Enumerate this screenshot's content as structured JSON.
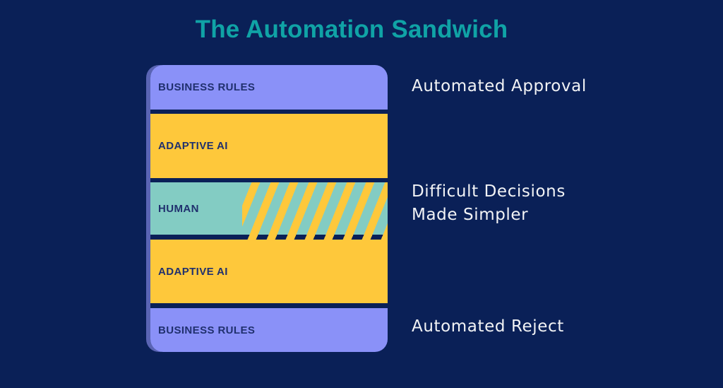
{
  "title": "The Automation Sandwich",
  "colors": {
    "background_navy": "#0A2057",
    "title_teal": "#10A3A6",
    "layer_purple": "#8A91F8",
    "layer_purple_spine": "#5A64B4",
    "layer_yellow": "#FEC83B",
    "layer_teal": "#83CCC3",
    "layer_label_navy": "#20306E",
    "annotation_text": "#F2F3F5"
  },
  "sandwich": {
    "layers": [
      {
        "id": "business-rules-top",
        "label": "BUSINESS RULES",
        "type": "rules"
      },
      {
        "id": "adaptive-ai-top",
        "label": "ADAPTIVE AI",
        "type": "ai"
      },
      {
        "id": "human",
        "label": "HUMAN",
        "type": "human",
        "striped": true
      },
      {
        "id": "adaptive-ai-bottom",
        "label": "ADAPTIVE AI",
        "type": "ai"
      },
      {
        "id": "business-rules-bottom",
        "label": "BUSINESS RULES",
        "type": "rules"
      }
    ]
  },
  "annotations": [
    {
      "lines": [
        "Automated Approval"
      ]
    },
    {
      "lines": [
        "Difficult Decisions",
        "Made Simpler"
      ]
    },
    {
      "lines": [
        "Automated Reject"
      ]
    }
  ]
}
